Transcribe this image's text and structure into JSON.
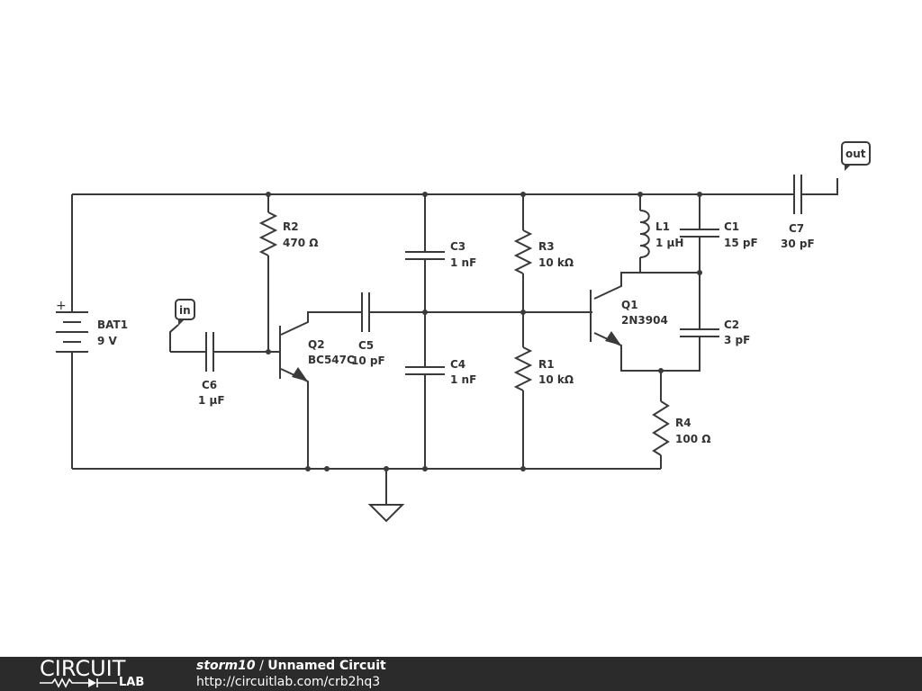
{
  "labels": {
    "bat1_name": "BAT1",
    "bat1_value": "9 V",
    "bat1_plus": "+",
    "r2_name": "R2",
    "r2_value": "470 Ω",
    "q2_name": "Q2",
    "q2_value": "BC547C",
    "c5_name": "C5",
    "c5_value": "10 pF",
    "c6_name": "C6",
    "c6_value": "1 µF",
    "c3_name": "C3",
    "c3_value": "1 nF",
    "c4_name": "C4",
    "c4_value": "1 nF",
    "r3_name": "R3",
    "r3_value": "10 kΩ",
    "r1_name": "R1",
    "r1_value": "10 kΩ",
    "l1_name": "L1",
    "l1_value": "1 µH",
    "c1_name": "C1",
    "c1_value": "15 pF",
    "c2_name": "C2",
    "c2_value": "3 pF",
    "q1_name": "Q1",
    "q1_value": "2N3904",
    "r4_name": "R4",
    "r4_value": "100 Ω",
    "c7_name": "C7",
    "c7_value": "30 pF",
    "in_port": "in",
    "out_port": "out"
  },
  "footer": {
    "logo_top": "CIRCUIT",
    "logo_bottom": "LAB",
    "user": "storm10",
    "separator": " / ",
    "circuit_name": "Unnamed Circuit",
    "url": "http://circuitlab.com/crb2hq3"
  }
}
